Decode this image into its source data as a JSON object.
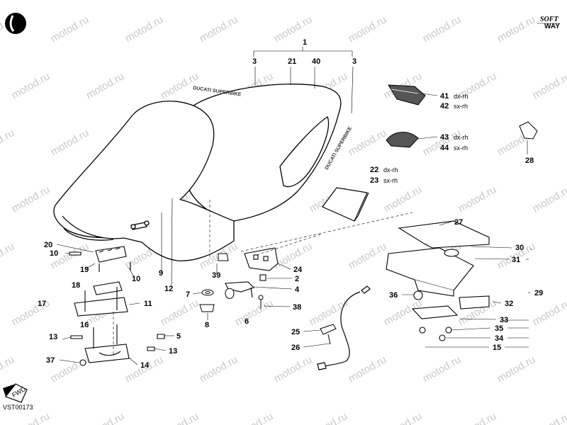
{
  "diagram": {
    "code": "VST00173",
    "brand_line1": "SOFT",
    "brand_line2": "WAY",
    "fwd_text": "FWD",
    "watermark": "motod.ru",
    "decals": [
      "DUCATI SUPERBIKE",
      "DUCATI SUPERBIKE"
    ],
    "labels": [
      {
        "id": "l1",
        "num": "1"
      },
      {
        "id": "l3a",
        "num": "3"
      },
      {
        "id": "l21",
        "num": "21"
      },
      {
        "id": "l40",
        "num": "40"
      },
      {
        "id": "l3b",
        "num": "3"
      },
      {
        "id": "l41",
        "num": "41",
        "sub": "dx-rh"
      },
      {
        "id": "l42",
        "num": "42",
        "sub": "sx-rh"
      },
      {
        "id": "l43",
        "num": "43",
        "sub": "dx-rh"
      },
      {
        "id": "l44",
        "num": "44",
        "sub": "sx-rh"
      },
      {
        "id": "l28",
        "num": "28"
      },
      {
        "id": "l22",
        "num": "22",
        "sub": "dx-rh"
      },
      {
        "id": "l23",
        "num": "23",
        "sub": "sx-rh"
      },
      {
        "id": "l27",
        "num": "27"
      },
      {
        "id": "l30",
        "num": "30"
      },
      {
        "id": "l31",
        "num": "31"
      },
      {
        "id": "l20",
        "num": "20"
      },
      {
        "id": "l10a",
        "num": "10"
      },
      {
        "id": "l19",
        "num": "19"
      },
      {
        "id": "l9",
        "num": "9"
      },
      {
        "id": "l12",
        "num": "12"
      },
      {
        "id": "l10b",
        "num": "10"
      },
      {
        "id": "l18",
        "num": "18"
      },
      {
        "id": "l39",
        "num": "39"
      },
      {
        "id": "l24",
        "num": "24"
      },
      {
        "id": "l2",
        "num": "2"
      },
      {
        "id": "l4",
        "num": "4"
      },
      {
        "id": "l7",
        "num": "7"
      },
      {
        "id": "l38",
        "num": "38"
      },
      {
        "id": "l17",
        "num": "17"
      },
      {
        "id": "l11",
        "num": "11"
      },
      {
        "id": "l8",
        "num": "8"
      },
      {
        "id": "l6",
        "num": "6"
      },
      {
        "id": "l16",
        "num": "16"
      },
      {
        "id": "l13a",
        "num": "13"
      },
      {
        "id": "l5",
        "num": "5"
      },
      {
        "id": "l13b",
        "num": "13"
      },
      {
        "id": "l37",
        "num": "37"
      },
      {
        "id": "l14",
        "num": "14"
      },
      {
        "id": "l36",
        "num": "36"
      },
      {
        "id": "l29",
        "num": "29"
      },
      {
        "id": "l32",
        "num": "32"
      },
      {
        "id": "l33",
        "num": "33"
      },
      {
        "id": "l35",
        "num": "35"
      },
      {
        "id": "l34",
        "num": "34"
      },
      {
        "id": "l15",
        "num": "15"
      },
      {
        "id": "l25",
        "num": "25"
      },
      {
        "id": "l26",
        "num": "26"
      }
    ]
  }
}
